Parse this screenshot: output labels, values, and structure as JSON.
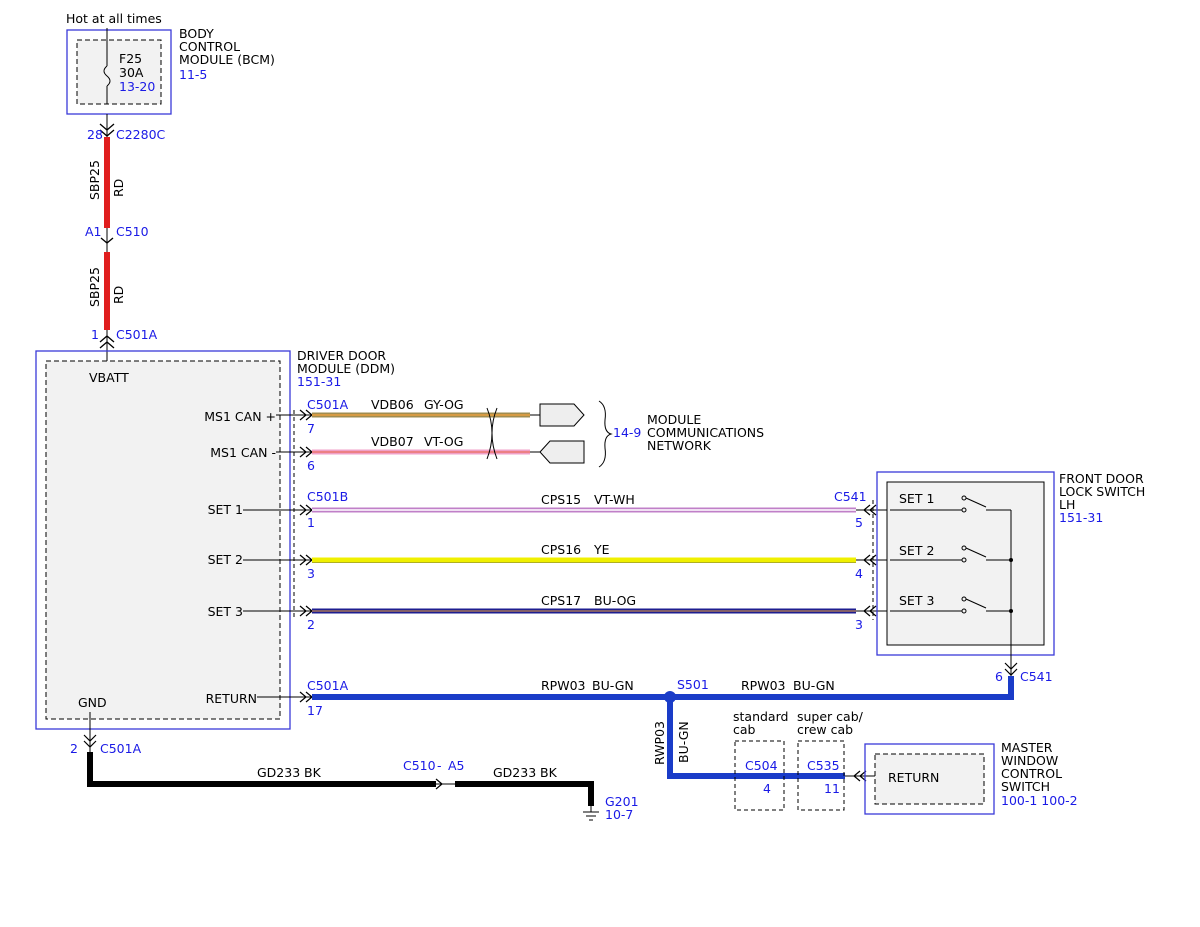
{
  "colors": {
    "blue_text": "#1a1ae6",
    "component_border": "#3a3ad8",
    "red": "#e01e1e",
    "gy_og": "#a08c50",
    "vt_og": "#f0a0c8",
    "vt_wh": "#e8b8e8",
    "ye": "#f0f000",
    "bu_og": "#1e1e90",
    "bu_gn": "#1a3cc8",
    "bk": "#000000"
  },
  "top": {
    "hot_at_all_times": "Hot at all times",
    "fuse_name": "F25",
    "fuse_rating": "30A",
    "fuse_ref": "13-20",
    "bcm_line1": "BODY",
    "bcm_line2": "CONTROL",
    "bcm_line3": "MODULE (BCM)",
    "bcm_ref": "11-5",
    "pin_28": "28",
    "conn_c2280c": "C2280C",
    "wire1_circuit": "SBP25",
    "wire1_color": "RD",
    "pin_a1": "A1",
    "conn_c510": "C510",
    "wire2_circuit": "SBP25",
    "wire2_color": "RD",
    "pin_1": "1",
    "conn_c501a_top": "C501A"
  },
  "ddm": {
    "line1": "DRIVER DOOR",
    "line2": "MODULE (DDM)",
    "ref": "151-31",
    "vbatt": "VBATT",
    "gnd": "GND",
    "ms1_can_plus": "MS1 CAN +",
    "ms1_can_minus": "MS1 CAN -",
    "set1": "SET 1",
    "set2": "SET 2",
    "set3": "SET 3",
    "return": "RETURN"
  },
  "can": {
    "conn": "C501A",
    "pin_plus": "7",
    "pin_minus": "6",
    "w1_circuit": "VDB06",
    "w1_color": "GY-OG",
    "w2_circuit": "VDB07",
    "w2_color": "VT-OG",
    "mcn_ref": "14-9",
    "mcn_line1": "MODULE",
    "mcn_line2": "COMMUNICATIONS",
    "mcn_line3": "NETWORK"
  },
  "sets": {
    "conn_left": "C501B",
    "conn_right": "C541",
    "s1_pin_left": "1",
    "s1_pin_right": "5",
    "s1_circuit": "CPS15",
    "s1_color": "VT-WH",
    "s2_pin_left": "3",
    "s2_pin_right": "4",
    "s2_circuit": "CPS16",
    "s2_color": "YE",
    "s3_pin_left": "2",
    "s3_pin_right": "3",
    "s3_circuit": "CPS17",
    "s3_color": "BU-OG"
  },
  "lock_switch": {
    "line1": "FRONT DOOR",
    "line2": "LOCK SWITCH",
    "line3": "LH",
    "ref": "151-31",
    "set1": "SET 1",
    "set2": "SET 2",
    "set3": "SET 3",
    "pin_6": "6",
    "conn": "C541"
  },
  "ret": {
    "conn": "C501A",
    "pin": "17",
    "w1_circuit": "RPW03",
    "w1_color": "BU-GN",
    "splice": "S501",
    "w2_circuit": "RPW03",
    "w2_color": "BU-GN",
    "w3_circuit": "RWP03",
    "w3_color": "BU-GN",
    "standard_line1": "standard",
    "standard_line2": "cab",
    "super_line1": "super cab/",
    "super_line2": "crew cab",
    "conn_c504": "C504",
    "pin_c504": "4",
    "conn_c535": "C535",
    "pin_c535": "11"
  },
  "mwcs": {
    "return": "RETURN",
    "line1": "MASTER",
    "line2": "WINDOW",
    "line3": "CONTROL",
    "line4": "SWITCH",
    "ref": "100-1 100-2"
  },
  "ground": {
    "pin_2": "2",
    "conn": "C501A",
    "w1_circuit": "GD233",
    "w1_color": "BK",
    "conn_c510": "C510",
    "dash": "-",
    "pin_a5": "A5",
    "w2_circuit": "GD233",
    "w2_color": "BK",
    "g201": "G201",
    "g201_ref": "10-7"
  }
}
